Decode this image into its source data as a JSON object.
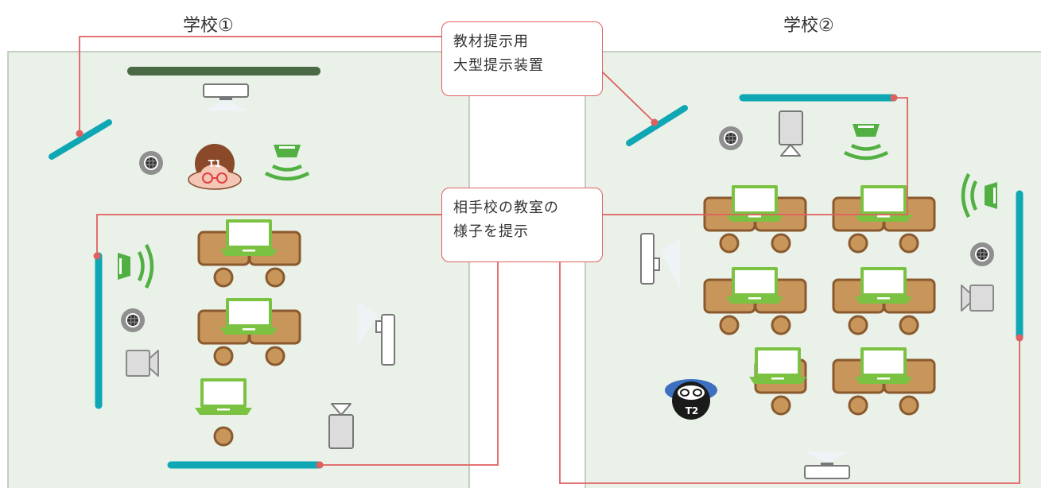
{
  "schools": {
    "left": {
      "title": "学校①"
    },
    "right": {
      "title": "学校②"
    }
  },
  "callouts": {
    "presentation_device": {
      "line1": "教材提示用",
      "line2": "大型提示装置"
    },
    "classroom_view": {
      "line1": "相手校の教室の",
      "line2": "様子を提示"
    }
  },
  "teachers": {
    "t1": "T1",
    "t2": "T2"
  },
  "colors": {
    "room_fill": "#e9f1e8",
    "room_border": "#b5c0b6",
    "screen_bar": "#0fa7b3",
    "blackboard": "#4a6a46",
    "connection_line": "#e06060",
    "desk_fill": "#c8955a",
    "desk_stroke": "#8a5a2e",
    "laptop": "#7cc242",
    "speaker": "#52b043",
    "mic": "#8f8f8f",
    "t2_cap": "#3d70c0"
  },
  "icons": [
    "projector-icon",
    "microphone-icon",
    "speaker-icon",
    "camera-icon",
    "laptop-icon",
    "desk-icon",
    "chair-icon",
    "monitor-icon",
    "teacher-icon"
  ]
}
